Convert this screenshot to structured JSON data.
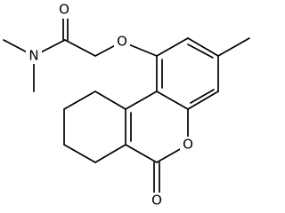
{
  "molecule": {
    "atoms": {
      "amide_oxygen": "O",
      "amide_nitrogen": "N",
      "ether_oxygen": "O",
      "ring_oxygen": "O",
      "carbonyl_oxygen": "O"
    }
  }
}
